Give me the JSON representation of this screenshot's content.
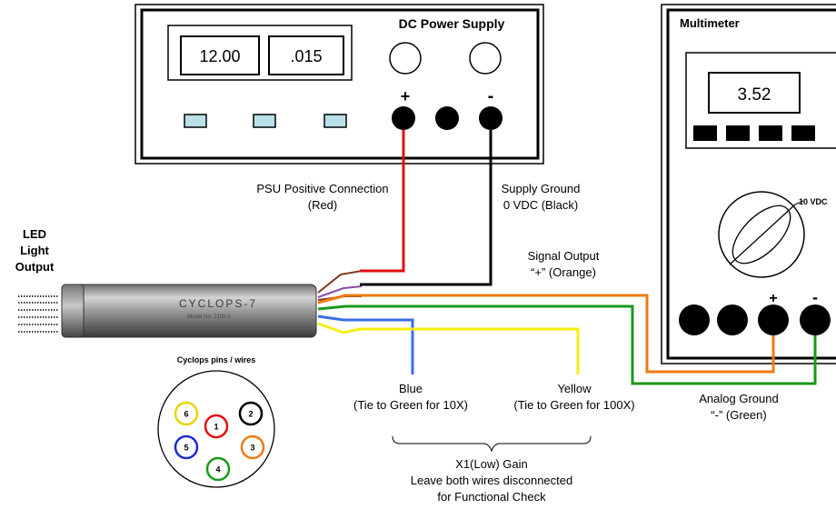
{
  "power_supply": {
    "title": "DC Power Supply",
    "voltage_display": "12.00",
    "current_display": ".015",
    "plus_label": "+",
    "minus_label": "-"
  },
  "multimeter": {
    "title": "Multimeter",
    "display": "3.52",
    "range_label": "10 VDC",
    "plus_label": "+",
    "minus_label": "-"
  },
  "led": {
    "line1": "LED",
    "line2": "Light",
    "line3": "Output"
  },
  "sensor": {
    "brand": "CYCLOPS-7",
    "model_text": "Model No: 2100-0"
  },
  "wires": {
    "psu_positive_line1": "PSU Positive Connection",
    "psu_positive_line2": "(Red)",
    "supply_ground_line1": "Supply Ground",
    "supply_ground_line2": "0 VDC (Black)",
    "signal_output_line1": "Signal Output",
    "signal_output_line2": "“+” (Orange)",
    "analog_ground_line1": "Analog Ground",
    "analog_ground_line2": "“-” (Green)",
    "blue_line1": "Blue",
    "blue_line2": "(Tie to Green for 10X)",
    "yellow_line1": "Yellow",
    "yellow_line2": "(Tie to Green for 100X)"
  },
  "gain_note": {
    "line1": "X1(Low) Gain",
    "line2": "Leave both wires disconnected",
    "line3": "for Functional Check"
  },
  "pinout": {
    "title": "Cyclops pins / wires",
    "pins": [
      {
        "number": "1",
        "color": "#e01010"
      },
      {
        "number": "2",
        "color": "#000000"
      },
      {
        "number": "3",
        "color": "#f07a10"
      },
      {
        "number": "4",
        "color": "#1a9a1a"
      },
      {
        "number": "5",
        "color": "#1a2ad0"
      },
      {
        "number": "6",
        "color": "#e8d400"
      }
    ]
  },
  "colors": {
    "red": "#e01010",
    "black": "#000000",
    "orange": "#f07a10",
    "green": "#1a9a1a",
    "blue": "#3a6ee8",
    "yellow": "#f4ee10",
    "brown": "#7a3a20",
    "purple": "#8a4aa8",
    "panel_button": "#b8e0e8"
  }
}
